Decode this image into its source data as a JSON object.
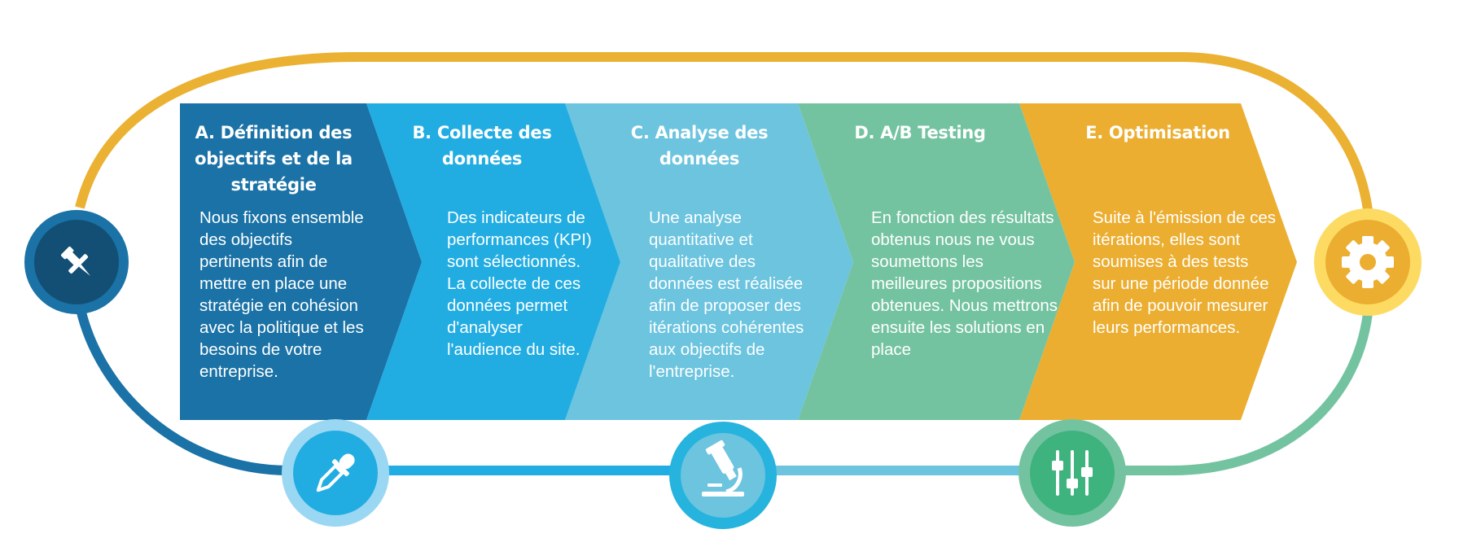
{
  "steps": [
    {
      "title": "A. Définition des objectifs et de la stratégie",
      "body": "Nous fixons ensemble des objectifs pertinents afin de mettre en place une stratégie en cohésion avec la politique et les besoins de votre entreprise.",
      "color": "#1a72a6"
    },
    {
      "title": "B. Collecte des données",
      "body": "Des indicateurs de performances (KPI) sont sélectionnés. La collecte de ces données permet d'analyser l'audience du site.",
      "color": "#22ade2"
    },
    {
      "title": "C. Analyse des données",
      "body": "Une analyse quantitative et qualitative des données est réalisée afin de proposer des itérations cohérentes aux objectifs de l'entreprise.",
      "color": "#6cc4df"
    },
    {
      "title": "D. A/B Testing",
      "body": "En fonction des résultats obtenus nous ne vous soumettons les meilleures propositions obtenues. Nous mettrons ensuite les solutions en place",
      "color": "#74c3a0"
    },
    {
      "title": "E. Optimisation",
      "body": "Suite à l'émission de ces itérations, elles sont soumises à des tests sur une période donnée afin de pouvoir mesurer leurs performances.",
      "color": "#ebae31"
    }
  ],
  "icons": [
    "pushpin-icon",
    "eyedropper-icon",
    "microscope-icon",
    "equalizer-icon",
    "gear-icon"
  ],
  "colors": {
    "loop_top": "#ebb133",
    "loop_left": "#1a72a6",
    "loop_bottom_1": "#22ade2",
    "loop_bottom_2": "#6cc4df",
    "loop_right": "#74c3a0"
  }
}
